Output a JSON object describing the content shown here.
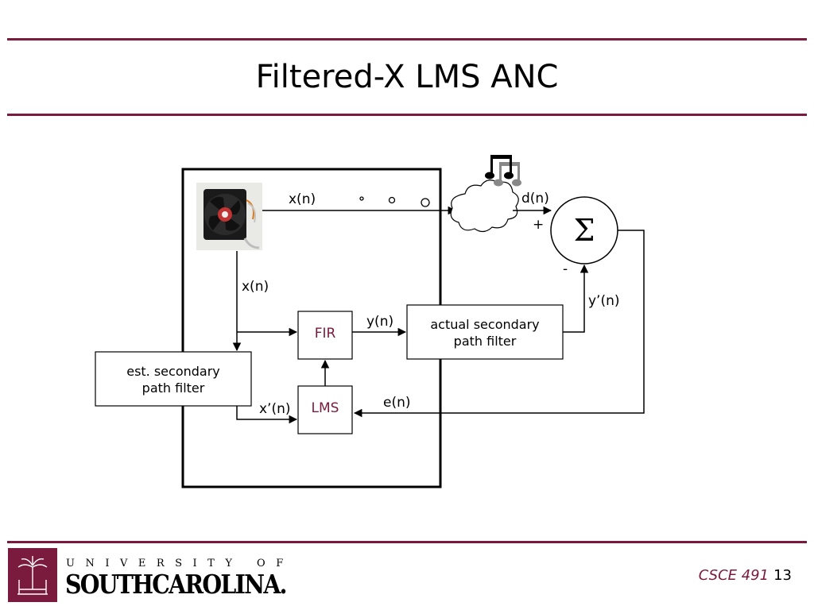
{
  "slide": {
    "title": "Filtered-X LMS ANC",
    "page_number": "13",
    "course": "CSCE 491"
  },
  "logo": {
    "line1": "UNIVERSITY OF",
    "line2": "SOUTHCAROLINA."
  },
  "diagram": {
    "labels": {
      "x_n_top": "x(n)",
      "x_n_left": "x(n)",
      "d_n": "d(n)",
      "plus": "+",
      "minus": "-",
      "y_prime_n": "y’(n)",
      "y_n": "y(n)",
      "e_n": "e(n)",
      "x_prime_n": "x’(n)",
      "sigma": "Σ"
    },
    "blocks": {
      "fir": "FIR",
      "lms": "LMS",
      "actual_line1": "actual secondary",
      "actual_line2": "path filter",
      "est_line1": "est. secondary",
      "est_line2": "path filter"
    },
    "icons": [
      "fan-icon",
      "music-notes-icon",
      "cloud-icon",
      "sound-wave-icon"
    ]
  },
  "colors": {
    "accent": "#7a1a3c",
    "line": "#000000"
  }
}
